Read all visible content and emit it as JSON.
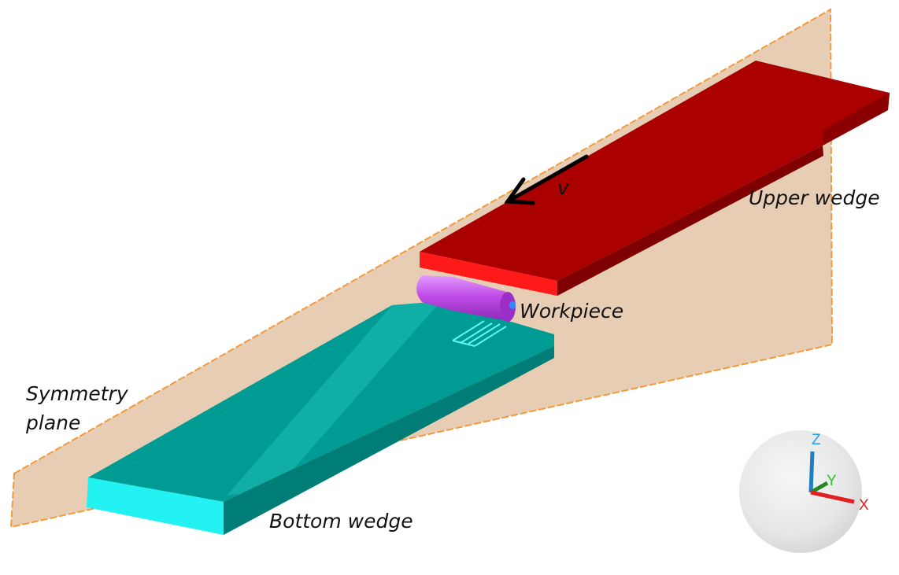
{
  "labels": {
    "velocity": "v",
    "upper_wedge": "Upper wedge",
    "workpiece": "Workpiece",
    "symmetry_plane_line1": "Symmetry",
    "symmetry_plane_line2": "plane",
    "bottom_wedge": "Bottom wedge"
  },
  "axes": {
    "x": "X",
    "y": "Y",
    "z": "Z"
  },
  "colors": {
    "plane_fill": "#e7cdb4",
    "plane_edge": "#f09a3c",
    "upper_wedge_top": "#aa0000",
    "upper_wedge_front": "#ff1a1a",
    "bottom_wedge_top": "#009b92",
    "bottom_wedge_front": "#22f2f2",
    "workpiece": "#c04ce8",
    "x_axis": "#e02020",
    "y_axis": "#1fa01f",
    "z_axis": "#20a0e8"
  }
}
